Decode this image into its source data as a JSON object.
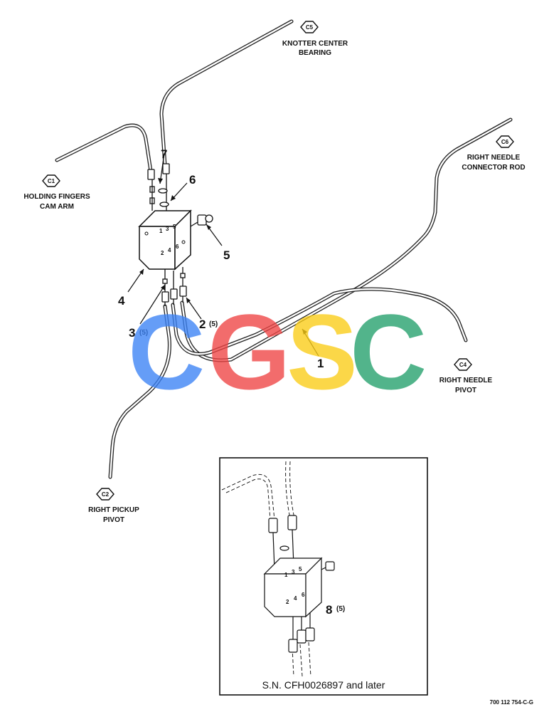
{
  "locations": {
    "c5": {
      "code": "C5",
      "line1": "KNOTTER CENTER",
      "line2": "BEARING"
    },
    "c6": {
      "code": "C6",
      "line1": "RIGHT NEEDLE",
      "line2": "CONNECTOR ROD"
    },
    "c1": {
      "code": "C1",
      "line1": "HOLDING FINGERS",
      "line2": "CAM ARM"
    },
    "c4": {
      "code": "C4",
      "line1": "RIGHT NEEDLE",
      "line2": "PIVOT"
    },
    "c2": {
      "code": "C2",
      "line1": "RIGHT PICKUP",
      "line2": "PIVOT"
    }
  },
  "callouts": {
    "n1": "1",
    "n2": "2",
    "n2_qty": "(5)",
    "n3": "3",
    "n3_qty": "(5)",
    "n4": "4",
    "n5": "5",
    "n6": "6",
    "n7": "7",
    "n8": "8",
    "n8_qty": "(5)"
  },
  "block_ports": {
    "top": [
      "1",
      "3",
      "5"
    ],
    "front": [
      "2",
      "4",
      "6"
    ]
  },
  "inset": {
    "caption": "S.N. CFH0026897 and later",
    "ports_top": [
      "1",
      "3",
      "5"
    ],
    "ports_front": [
      "2",
      "4",
      "6"
    ]
  },
  "watermark": {
    "letters": [
      "C",
      "G",
      "S",
      "C"
    ],
    "colors": [
      "#3b82f6",
      "#ef4444",
      "#facc15",
      "#22a06b"
    ]
  },
  "figure_ref": "700 112 754-C-G"
}
